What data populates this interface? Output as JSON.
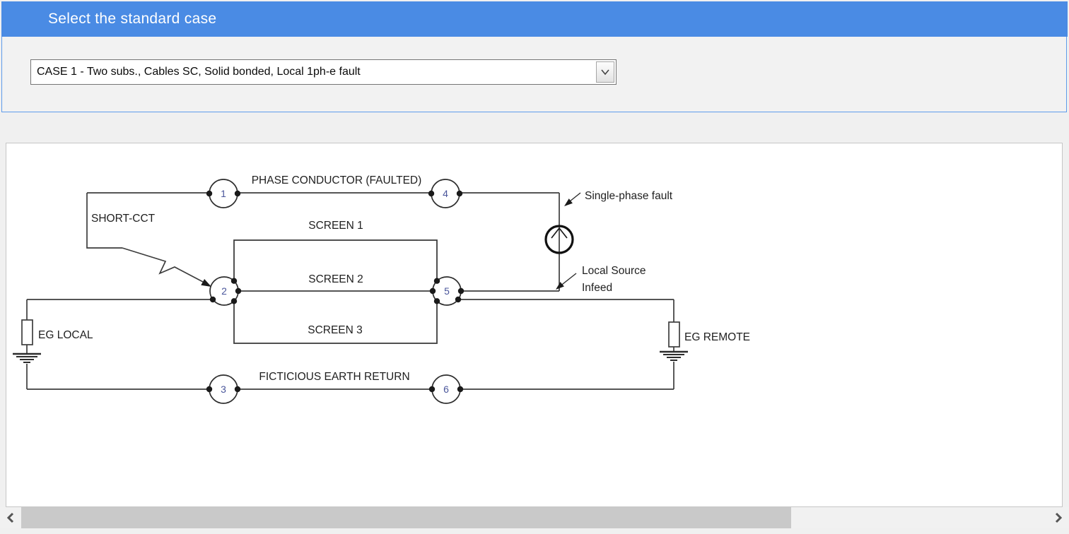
{
  "window": {
    "title": "Select the standard case"
  },
  "case_selector": {
    "value": "CASE 1 - Two subs., Cables SC, Solid bonded, Local 1ph-e fault"
  },
  "diagram": {
    "labels": {
      "phase_conductor": "PHASE CONDUCTOR (FAULTED)",
      "short_cct": "SHORT-CCT",
      "screen1": "SCREEN 1",
      "screen2": "SCREEN 2",
      "screen3": "SCREEN 3",
      "ficticious_earth_return": "FICTICIOUS EARTH RETURN",
      "eg_local": "EG LOCAL",
      "eg_remote": "EG REMOTE",
      "single_phase_fault": "Single-phase fault",
      "local_source_line1": "Local Source",
      "local_source_line2": "Infeed"
    },
    "nodes": {
      "n1": "1",
      "n2": "2",
      "n3": "3",
      "n4": "4",
      "n5": "5",
      "n6": "6"
    }
  },
  "colors": {
    "titlebar_blue": "#4a8be4",
    "panel_border_blue": "#5f9bea",
    "diagram_line": "#3d3d3d",
    "node_number": "#4a569b",
    "scrollbar_thumb": "#c9c9c9",
    "scrollbar_track": "#f1f1f1"
  }
}
